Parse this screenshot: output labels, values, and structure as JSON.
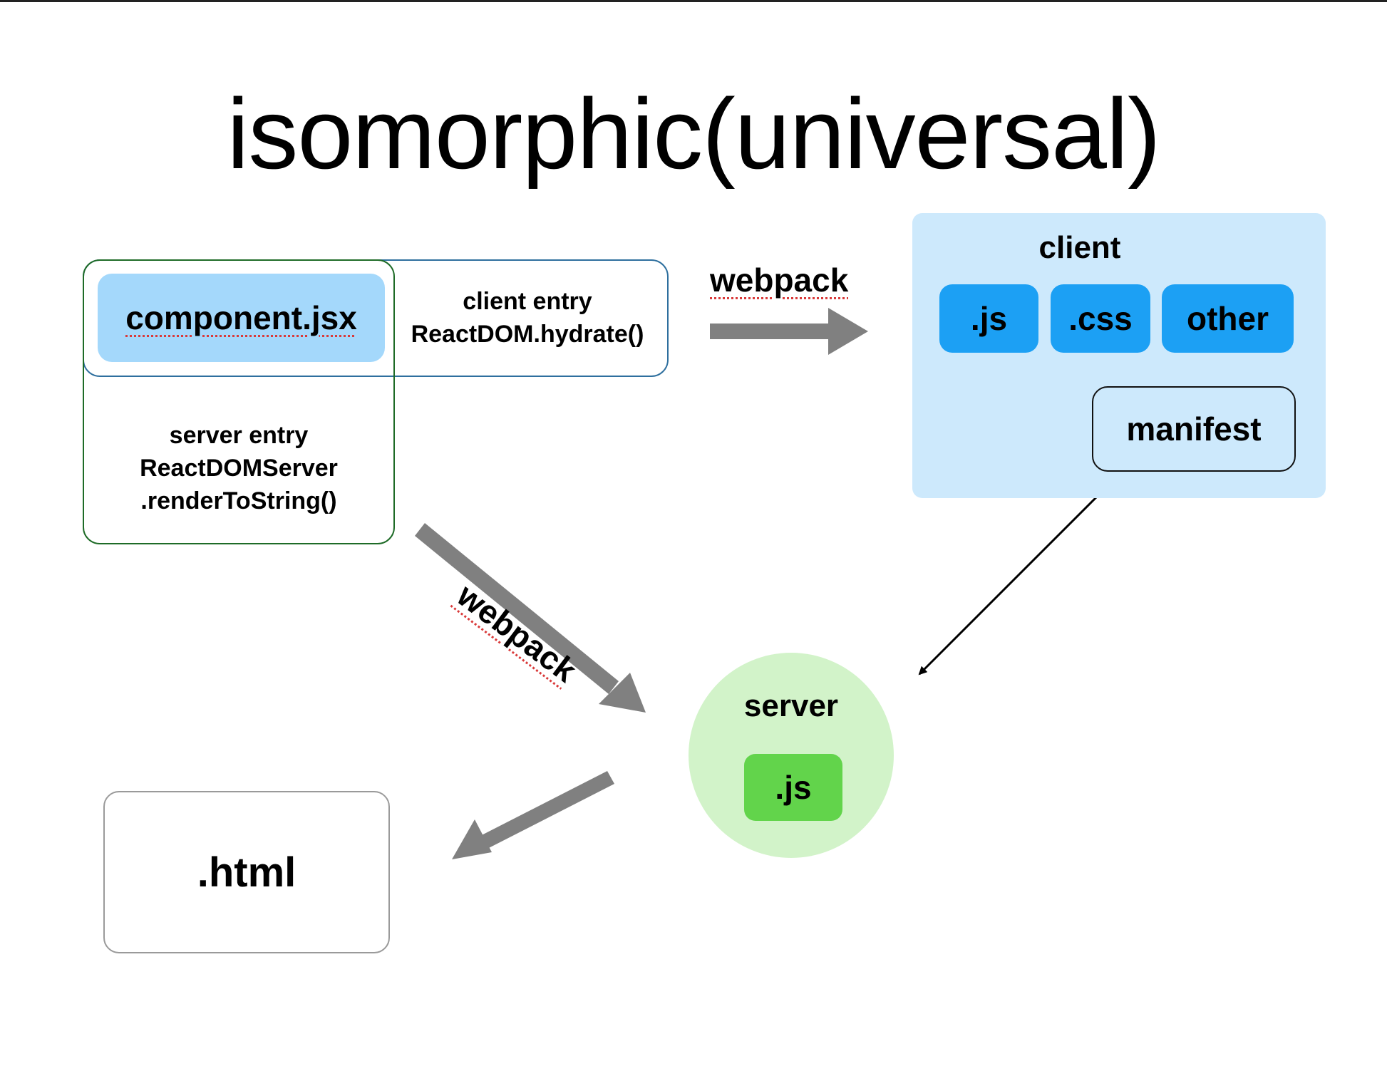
{
  "title": "isomorphic(universal)",
  "component": {
    "label": "component.jsx"
  },
  "client_entry": {
    "line1": "client entry",
    "line2": "ReactDOM.hydrate()"
  },
  "server_entry": {
    "line1": "server entry",
    "line2": "ReactDOMServer",
    "line3": ".renderToString()"
  },
  "webpack_top": "webpack",
  "webpack_diagonal": "webpack",
  "client": {
    "label": "client",
    "chips": [
      ".js",
      ".css",
      "other"
    ],
    "manifest": "manifest"
  },
  "server": {
    "label": "server",
    "chip": ".js"
  },
  "output": {
    "label": ".html"
  },
  "colors": {
    "client_panel": "#cde9fc",
    "client_chip": "#1ca0f4",
    "component": "#a4d8fb",
    "server_circle": "#d2f3c9",
    "server_chip": "#62d44b",
    "arrow": "#808080",
    "client_entry_border": "#2e6f9e",
    "server_entry_border": "#1e6b27"
  }
}
